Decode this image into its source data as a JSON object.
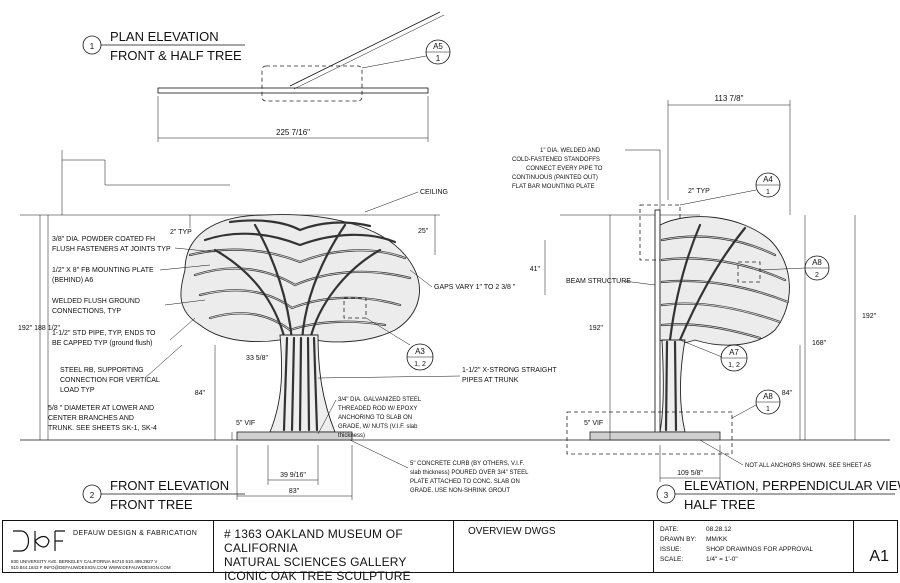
{
  "views": {
    "plan": {
      "number": "1",
      "title_line1": "PLAN ELEVATION",
      "title_line2": "FRONT & HALF TREE",
      "callout_id": "A5",
      "callout_sheet": "1",
      "width_dim": "225 7/16\""
    },
    "front": {
      "number": "2",
      "title_line1": "FRONT ELEVATION",
      "title_line2": "FRONT TREE",
      "dims": {
        "typ": "2\" TYP",
        "top_gap": "25\"",
        "side": "41\"",
        "total_height": "192\" 188 1/2\"",
        "trunk_width": "33 5/8\"",
        "lower_height": "84\"",
        "vif": "5\" VIF",
        "base_width": "39 9/16\"",
        "overall_base": "83\""
      },
      "callout_id": "A3",
      "callout_sheets": "1, 2"
    },
    "side": {
      "number": "3",
      "title_line1": "ELEVATION, PERPENDICULAR VIEW",
      "title_line2": "HALF TREE",
      "dims": {
        "top_width": "113 7/8\"",
        "typ": "2\" TYP",
        "height_left": "192\"",
        "height_right": "192\"",
        "mid": "168\"",
        "lower": "84\"",
        "vif": "5\" VIF",
        "base": "109 5/8\""
      },
      "callouts": [
        {
          "id": "A4",
          "sheet": "1"
        },
        {
          "id": "A8",
          "sheet": "2"
        },
        {
          "id": "A7",
          "sheet": "1, 2"
        },
        {
          "id": "A8",
          "sheet": "1"
        }
      ]
    }
  },
  "notes": {
    "ceiling": "CEILING",
    "powder_coated": [
      "3/8\" DIA. POWDER COATED FH",
      "FLUSH FASTENERS AT JOINTS TYP"
    ],
    "mounting_plate": [
      "1/2\" X 8\" FB MOUNTING PLATE",
      "(BEHIND) A6"
    ],
    "welded_flush": [
      "WELDED FLUSH GROUND",
      "CONNECTIONS, TYP"
    ],
    "std_pipe": [
      "1-1/2\" STD PIPE, TYP, ENDS TO",
      "BE CAPPED TYP (ground flush)"
    ],
    "steel_rb": [
      "STEEL RB, SUPPORTING",
      "CONNECTION FOR VERTICAL",
      "LOAD TYP"
    ],
    "diameter": [
      "5/8 \" DIAMETER AT LOWER AND",
      "CENTER BRANCHES AND",
      "TRUNK. SEE SHEETS SK-1, SK-4"
    ],
    "gaps": "GAPS VARY 1\" TO 2 3/8 \"",
    "strong_pipes": [
      "1-1/2\" X-STRONG STRAIGHT",
      "PIPES AT TRUNK"
    ],
    "threaded_rod": [
      "3/4\" DIA. GALVANIZED STEEL",
      "THREADED ROD W/ EPOXY",
      "ANCHORING TO SLAB ON",
      "GRADE, W/ NUTS (V.I.F. slab",
      "thickness)"
    ],
    "concrete_curb": [
      "5\" CONCRETE CURB (BY OTHERS, V.I.F.",
      "slab thickness) POURED OVER 3/4\" STEEL",
      "PLATE ATTACHED TO CONC. SLAB ON",
      "GRADE. USE NON-SHRINK GROUT"
    ],
    "standoffs": [
      "1\" DIA. WELDED AND",
      "COLD-FASTENED STANDOFFS",
      "CONNECT EVERY PIPE TO",
      "CONTINUOUS (PAINTED OUT)",
      "FLAT BAR MOUNTING PLATE"
    ],
    "beam_structure": "BEAM STRUCTURE",
    "anchors": "NOT ALL ANCHORS SHOWN. SEE SHEET A5"
  },
  "title_block": {
    "logo_text": "DEFAUW DESIGN & FABRICATION",
    "address": "830 UNIVERSITY AVE. BERKELEY CALIFORNIA 94710   510.499.2927 V",
    "contact": "510.844.1843 F   INFO@DEFAUWDESIGN.COM   WWW.DEFAUWDESIGN.COM",
    "project_line1": "# 1363 OAKLAND MUSEUM OF CALIFORNIA",
    "project_line2": "NATURAL SCIENCES GALLERY",
    "project_line3": "ICONIC OAK TREE SCULPTURE",
    "sheet_description": "OVERVIEW DWGS",
    "info": {
      "date_label": "DATE:",
      "date": "08.28.12",
      "drawn_label": "DRAWN BY:",
      "drawn": "MM/KK",
      "issue_label": "ISSUE:",
      "issue": "SHOP DRAWINGS FOR APPROVAL",
      "scale_label": "SCALE:",
      "scale": "1/4\" = 1'-0\""
    },
    "sheet_number": "A1"
  }
}
